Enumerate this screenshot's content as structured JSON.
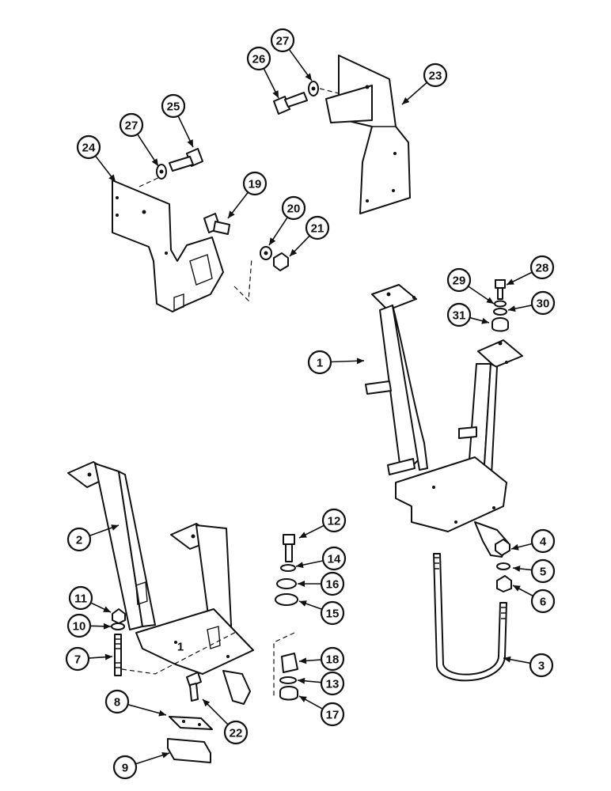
{
  "callouts": [
    {
      "id": "c1",
      "label": "1"
    },
    {
      "id": "c2",
      "label": "2"
    },
    {
      "id": "c3",
      "label": "3"
    },
    {
      "id": "c4",
      "label": "4"
    },
    {
      "id": "c5",
      "label": "5"
    },
    {
      "id": "c6",
      "label": "6"
    },
    {
      "id": "c7",
      "label": "7"
    },
    {
      "id": "c8",
      "label": "8"
    },
    {
      "id": "c9",
      "label": "9"
    },
    {
      "id": "c10",
      "label": "10"
    },
    {
      "id": "c11",
      "label": "11"
    },
    {
      "id": "c12",
      "label": "12"
    },
    {
      "id": "c13",
      "label": "13"
    },
    {
      "id": "c14",
      "label": "14"
    },
    {
      "id": "c15",
      "label": "15"
    },
    {
      "id": "c16",
      "label": "16"
    },
    {
      "id": "c17",
      "label": "17"
    },
    {
      "id": "c18",
      "label": "18"
    },
    {
      "id": "c19",
      "label": "19"
    },
    {
      "id": "c20",
      "label": "20"
    },
    {
      "id": "c21",
      "label": "21"
    },
    {
      "id": "c22",
      "label": "22"
    },
    {
      "id": "c23",
      "label": "23"
    },
    {
      "id": "c24",
      "label": "24"
    },
    {
      "id": "c25",
      "label": "25"
    },
    {
      "id": "c26",
      "label": "26"
    },
    {
      "id": "c27a",
      "label": "27"
    },
    {
      "id": "c27b",
      "label": "27"
    },
    {
      "id": "c28",
      "label": "28"
    },
    {
      "id": "c29",
      "label": "29"
    },
    {
      "id": "c30",
      "label": "30"
    },
    {
      "id": "c31",
      "label": "31"
    }
  ],
  "stamp_label": "1"
}
